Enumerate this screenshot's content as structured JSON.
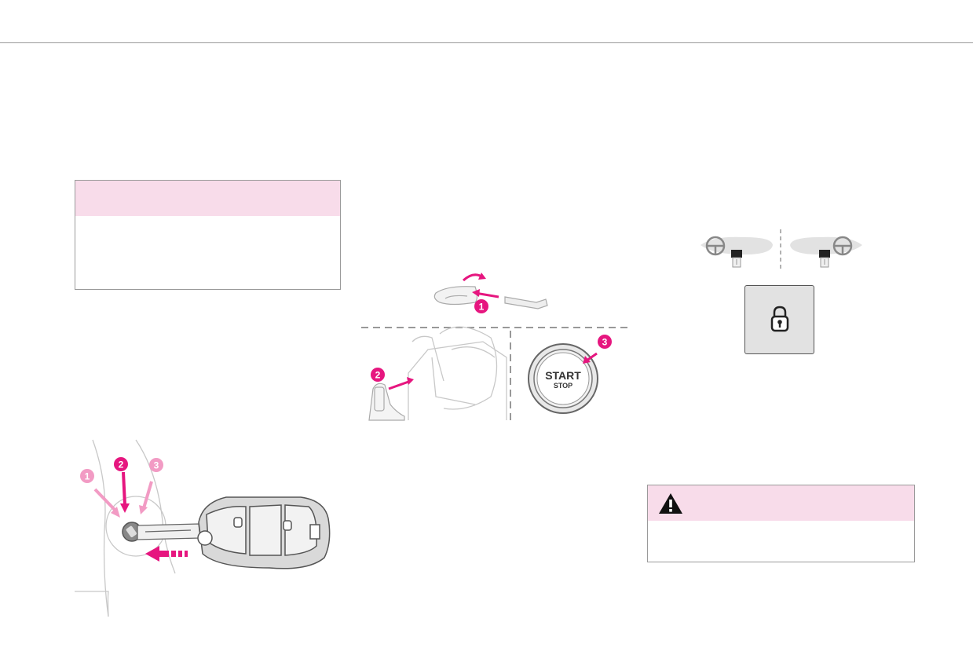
{
  "colors": {
    "accent": "#e6167f",
    "accent_light": "#f29bc4",
    "box_header": "#f8dcea",
    "line": "#9a9a9a"
  },
  "illustration_start": {
    "step_1": "1",
    "step_2": "2",
    "step_3": "3",
    "button_top": "START",
    "button_bottom": "STOP"
  },
  "illustration_key": {
    "step_1": "1",
    "step_2": "2",
    "step_3": "3"
  },
  "icons": {
    "warning": "warning-triangle-icon",
    "lock": "padlock-icon",
    "steering": "steering-wheel-icon"
  }
}
